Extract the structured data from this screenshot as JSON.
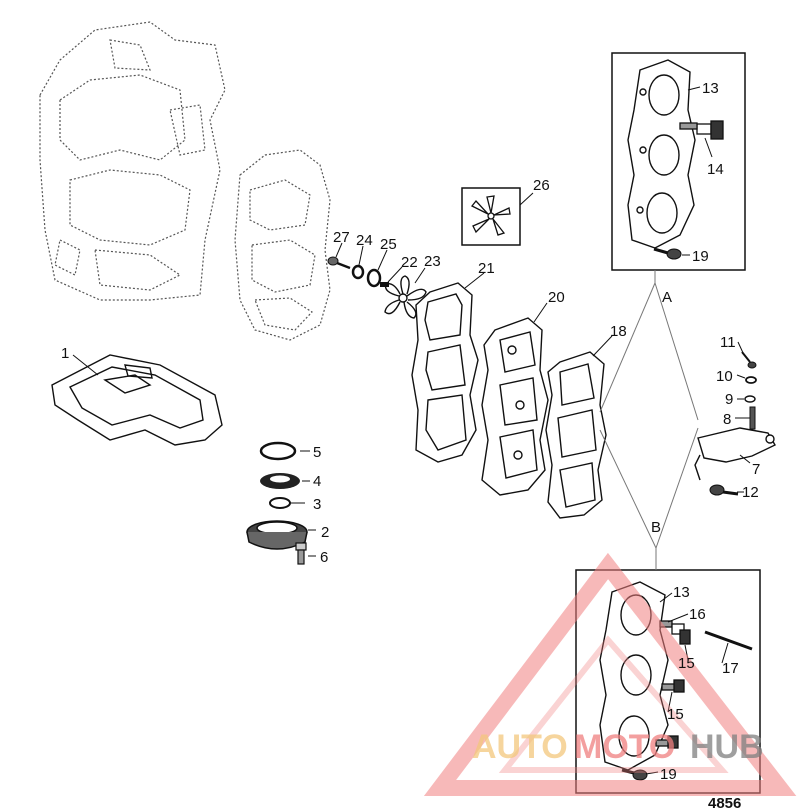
{
  "diagram": {
    "figure_number": "4856",
    "callouts": [
      "1",
      "2",
      "3",
      "4",
      "5",
      "6",
      "7",
      "8",
      "9",
      "10",
      "11",
      "12",
      "13",
      "14",
      "15",
      "15",
      "16",
      "17",
      "18",
      "19",
      "19",
      "20",
      "21",
      "22",
      "23",
      "24",
      "25",
      "26",
      "27",
      "13"
    ],
    "detail_views": [
      {
        "letter": "A",
        "parts": [
          "13",
          "14",
          "19"
        ]
      },
      {
        "letter": "B",
        "parts": [
          "13",
          "15",
          "15",
          "16",
          "17",
          "19"
        ]
      }
    ]
  },
  "watermark": {
    "word_a": "AUTO",
    "word_b": "MOTO",
    "word_c": "HUB",
    "color_a": "#f3c77d",
    "color_b": "#f08080",
    "color_c": "#808080",
    "triangle_color": "#f08080"
  }
}
